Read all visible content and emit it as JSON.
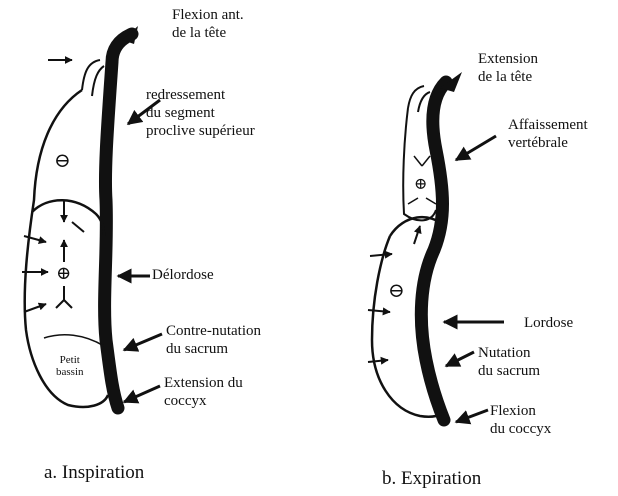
{
  "panel_a": {
    "caption": "a. Inspiration",
    "labels": {
      "head_l1": "Flexion ant.",
      "head_l2": "de la tête",
      "segment_l1": "redressement",
      "segment_l2": "du segment",
      "segment_l3": "proclive supérieur",
      "lordosis": "Délordose",
      "sacrum_l1": "Contre-nutation",
      "sacrum_l2": "du sacrum",
      "coccyx_l1": "Extension du",
      "coccyx_l2": "coccyx",
      "pelvis_l1": "Petit",
      "pelvis_l2": "bassin"
    },
    "thorax_sign": "⊖",
    "abdomen_sign": "⊕"
  },
  "panel_b": {
    "caption": "b. Expiration",
    "labels": {
      "head_l1": "Extension",
      "head_l2": "de la tête",
      "vertebral_l1": "Affaissement",
      "vertebral_l2": "vertébrale",
      "lordosis": "Lordose",
      "sacrum_l1": "Nutation",
      "sacrum_l2": "du sacrum",
      "coccyx_l1": "Flexion",
      "coccyx_l2": "du coccyx"
    },
    "thorax_sign": "⊕",
    "abdomen_sign": "⊖"
  },
  "colors": {
    "ink": "#111111",
    "paper": "#ffffff"
  }
}
